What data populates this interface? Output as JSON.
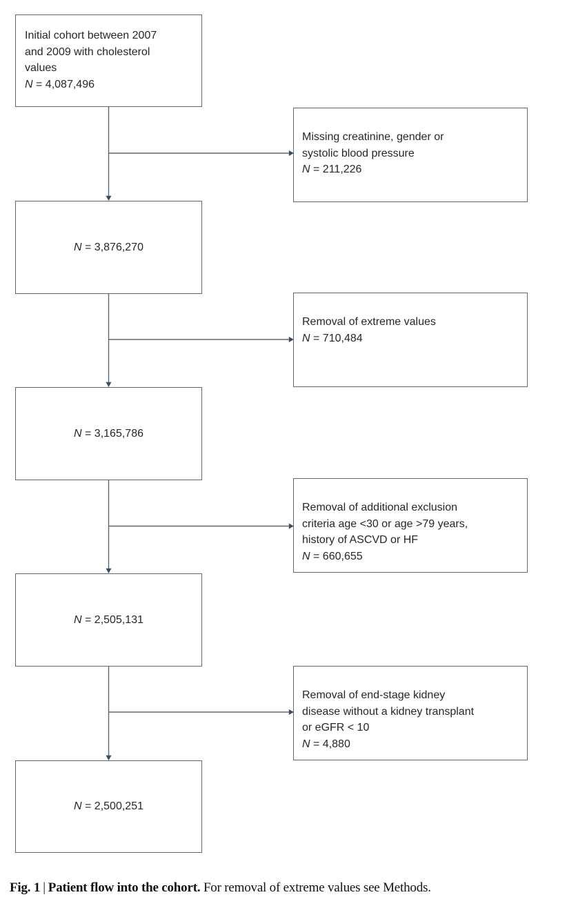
{
  "colors": {
    "background": "#ffffff",
    "box_border": "#5c6876",
    "connector_line": "#5c6876",
    "arrowhead": "#3c4c60",
    "box_text": "#26262b",
    "caption_text": "#121212"
  },
  "diagram": {
    "main_boxes": [
      {
        "text": "Initial cohort between 2007\nand 2009 with cholesterol\nvalues",
        "n_label": "N",
        "n_rest": "= 4,087,496"
      },
      {
        "n_label": "N",
        "n_rest": "= 3,876,270"
      },
      {
        "n_label": "N",
        "n_rest": "= 3,165,786"
      },
      {
        "n_label": "N",
        "n_rest": "= 2,505,131"
      },
      {
        "n_label": "N",
        "n_rest": "= 2,500,251"
      }
    ],
    "exclusion_boxes": [
      {
        "text": "Missing creatinine, gender or\nsystolic blood pressure",
        "n_label": "N",
        "n_rest": "= 211,226"
      },
      {
        "text": "Removal of extreme values",
        "n_label": "N",
        "n_rest": "= 710,484"
      },
      {
        "text": "Removal of additional exclusion\ncriteria age <30 or age >79 years,\nhistory of ASCVD or HF",
        "n_label": "N",
        "n_rest": "= 660,655"
      },
      {
        "text": "Removal of end-stage kidney\ndisease without a kidney transplant\nor eGFR < 10",
        "n_label": "N",
        "n_rest": "= 4,880"
      }
    ]
  },
  "caption": {
    "label": "Fig. 1",
    "separator": "|",
    "title": "Patient flow into the cohort.",
    "text": "For removal of extreme values see Methods."
  }
}
